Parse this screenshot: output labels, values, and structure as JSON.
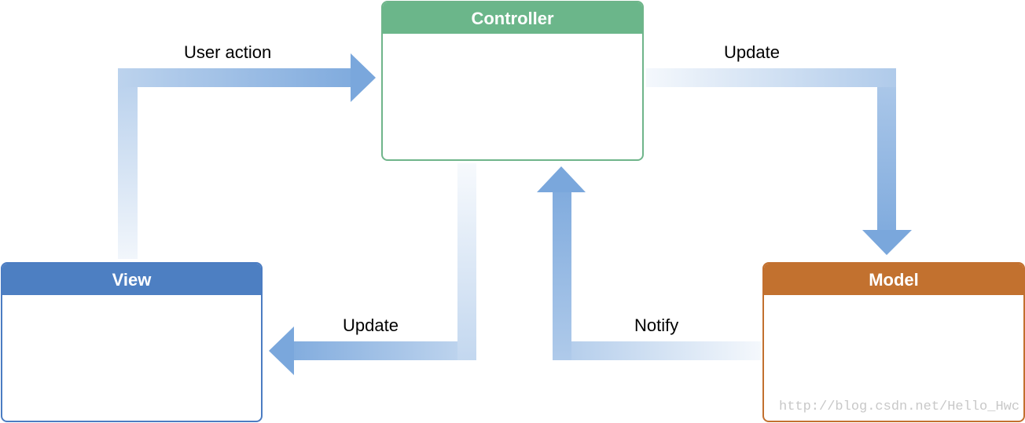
{
  "diagram": {
    "nodes": {
      "controller": {
        "title": "Controller",
        "color": "#6bb68a"
      },
      "view": {
        "title": "View",
        "color": "#4d7fc2"
      },
      "model": {
        "title": "Model",
        "color": "#c2712f"
      }
    },
    "edges": [
      {
        "from": "View",
        "to": "Controller",
        "label": "User action"
      },
      {
        "from": "Controller",
        "to": "Model",
        "label": "Update"
      },
      {
        "from": "Controller",
        "to": "View",
        "label": "Update"
      },
      {
        "from": "Model",
        "to": "Controller",
        "label": "Notify"
      }
    ],
    "arrow_color": "#7aa7dc"
  },
  "watermark": "http://blog.csdn.net/Hello_Hwc"
}
